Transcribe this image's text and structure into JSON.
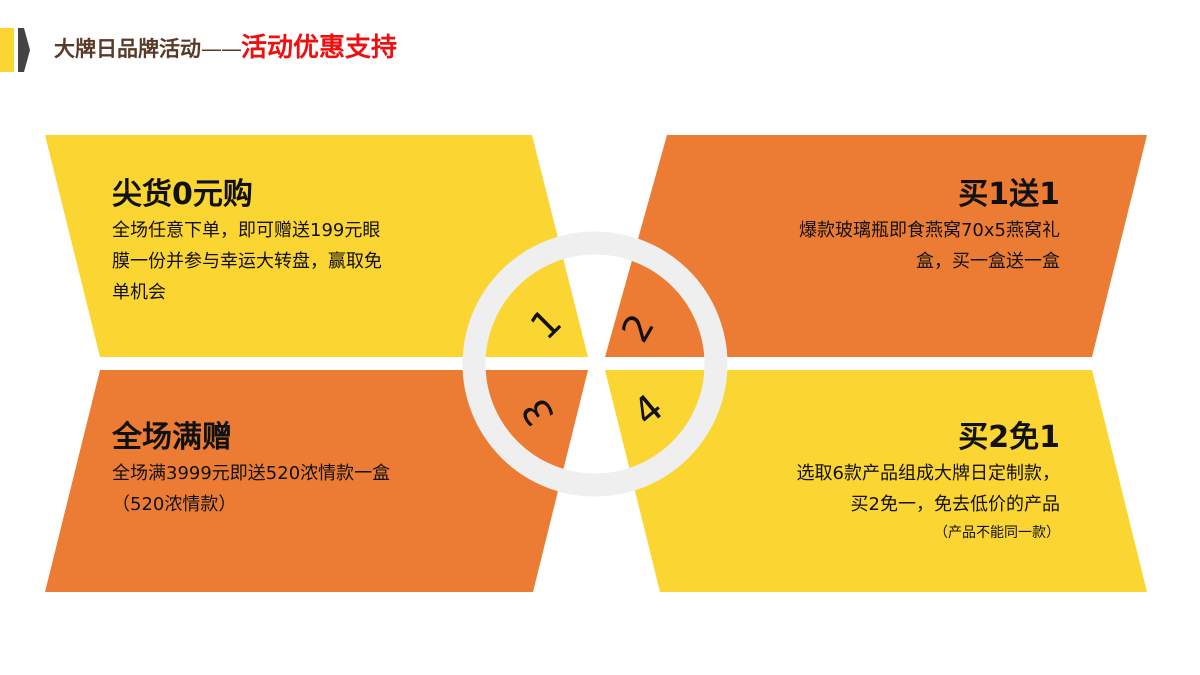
{
  "header": {
    "title_main": "大牌日品牌活动",
    "title_sep": "——",
    "title_highlight": "活动优惠支持"
  },
  "colors": {
    "yellow": "#fbd532",
    "orange": "#ec7c33",
    "ring": "#efefef",
    "title_brown": "#5a3a26",
    "title_red": "#ee1010"
  },
  "cards": [
    {
      "number": "1",
      "title": "尖货0元购",
      "lines": [
        "全场任意下单，即可赠送199元眼",
        "膜一份并参与幸运大转盘，赢取免",
        "单机会"
      ],
      "color": "yellow"
    },
    {
      "number": "2",
      "title": "买1送1",
      "lines": [
        "爆款玻璃瓶即食燕窝70x5燕窝礼",
        "盒，买一盒送一盒"
      ],
      "color": "orange"
    },
    {
      "number": "3",
      "title": "全场满赠",
      "lines": [
        "全场满3999元即送520浓情款一盒",
        "（520浓情款）"
      ],
      "color": "orange"
    },
    {
      "number": "4",
      "title": "买2免1",
      "lines": [
        "选取6款产品组成大牌日定制款，",
        "买2免一，免去低价的产品"
      ],
      "note": "（产品不能同一款）",
      "color": "yellow"
    }
  ]
}
